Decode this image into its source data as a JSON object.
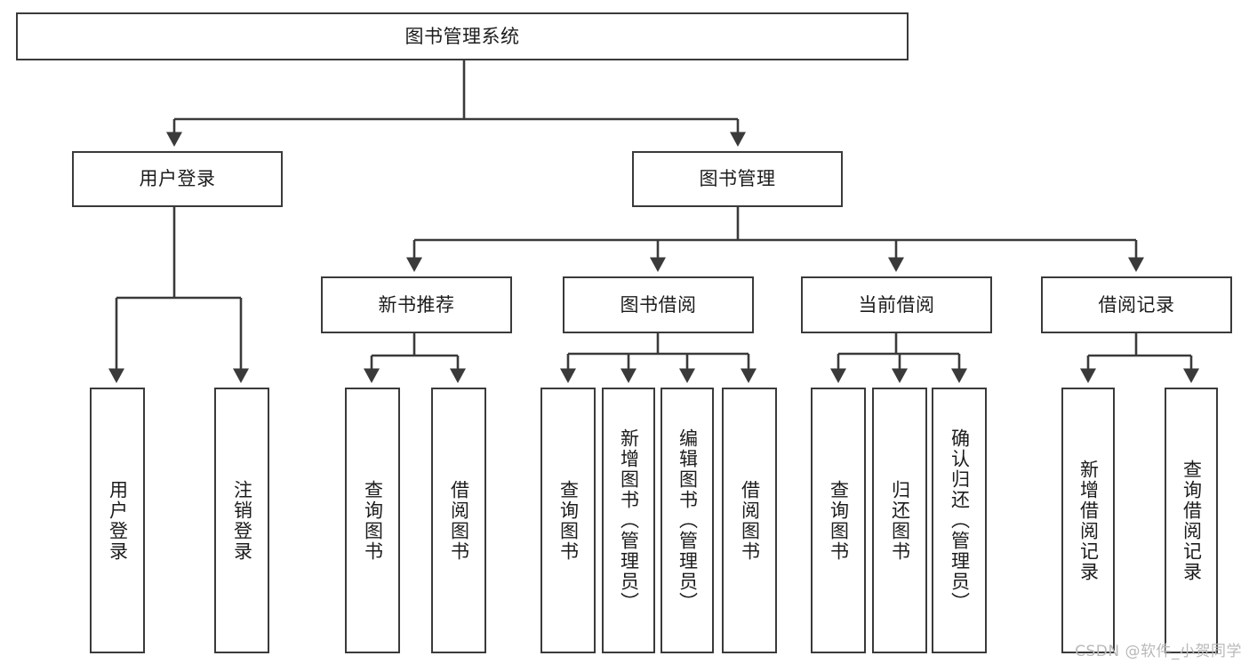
{
  "diagram": {
    "title": "图书管理系统",
    "type": "tree",
    "watermark": "CSDN @软件_小贺同学",
    "colors": {
      "box_border": "#3a3a3a",
      "box_fill": "#ffffff",
      "connector": "#3a3a3a",
      "text": "#1c1c1c",
      "watermark": "#b9b9b9"
    },
    "nodes": {
      "root": {
        "label": "图书管理系统"
      },
      "level2": [
        {
          "id": "user-login",
          "label": "用户登录"
        },
        {
          "id": "book-manage",
          "label": "图书管理"
        }
      ],
      "level3": [
        {
          "id": "new-book-recommend",
          "label": "新书推荐"
        },
        {
          "id": "book-borrow",
          "label": "图书借阅"
        },
        {
          "id": "current-borrow",
          "label": "当前借阅"
        },
        {
          "id": "borrow-record",
          "label": "借阅记录"
        }
      ],
      "leaves": {
        "user-login": [
          {
            "id": "leaf-user-login",
            "label": "用户登录"
          },
          {
            "id": "leaf-logout-login",
            "label": "注销登录"
          }
        ],
        "new-book-recommend": [
          {
            "id": "leaf-query-book-1",
            "label": "查询图书"
          },
          {
            "id": "leaf-borrow-book-1",
            "label": "借阅图书"
          }
        ],
        "book-borrow": [
          {
            "id": "leaf-query-book-2",
            "label": "查询图书"
          },
          {
            "id": "leaf-add-book",
            "label": "新增图书（管理员）"
          },
          {
            "id": "leaf-edit-book",
            "label": "编辑图书（管理员）"
          },
          {
            "id": "leaf-borrow-book-2",
            "label": "借阅图书"
          }
        ],
        "current-borrow": [
          {
            "id": "leaf-query-book-3",
            "label": "查询图书"
          },
          {
            "id": "leaf-return-book",
            "label": "归还图书"
          },
          {
            "id": "leaf-confirm-return",
            "label": "确认归还（管理员）"
          }
        ],
        "borrow-record": [
          {
            "id": "leaf-add-record",
            "label": "新增借阅记录"
          },
          {
            "id": "leaf-query-record",
            "label": "查询借阅记录"
          }
        ]
      }
    }
  }
}
